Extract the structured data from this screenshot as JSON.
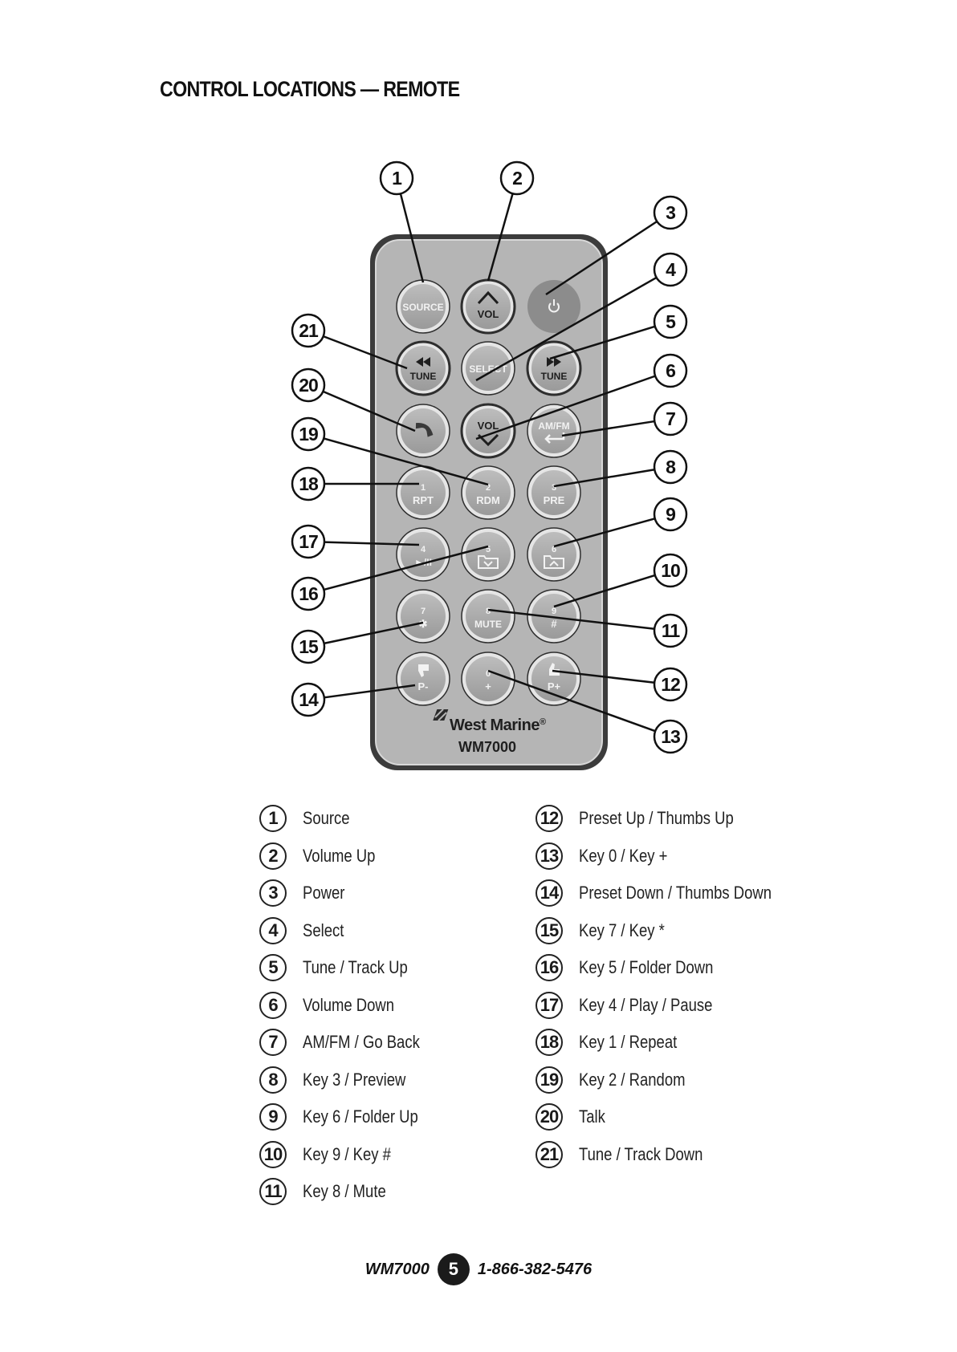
{
  "page": {
    "title": "CONTROL LOCATIONS — REMOTE"
  },
  "remote": {
    "brand": "West Marine",
    "brand_mark": "®",
    "model": "WM7000",
    "buttons": [
      {
        "id": "source",
        "callout": "1",
        "top": "SOURCE",
        "bottom": "",
        "icon": ""
      },
      {
        "id": "vol-up",
        "callout": "2",
        "top": "",
        "bottom": "VOL",
        "icon": "chevron-up-icon"
      },
      {
        "id": "power",
        "callout": "3",
        "top": "",
        "bottom": "",
        "icon": "power-icon"
      },
      {
        "id": "tune-down",
        "callout": "21",
        "top": "",
        "bottom": "TUNE",
        "icon": "rewind-icon"
      },
      {
        "id": "select",
        "callout": "4",
        "top": "SELECT",
        "bottom": "",
        "icon": ""
      },
      {
        "id": "tune-up",
        "callout": "5",
        "top": "",
        "bottom": "TUNE",
        "icon": "fast-forward-icon"
      },
      {
        "id": "talk",
        "callout": "20",
        "top": "",
        "bottom": "",
        "icon": "phone-icon"
      },
      {
        "id": "vol-down",
        "callout": "6",
        "top": "VOL",
        "bottom": "",
        "icon": "chevron-down-icon"
      },
      {
        "id": "amfm",
        "callout": "7",
        "top": "AM/FM",
        "bottom": "",
        "icon": "back-arrow-icon"
      },
      {
        "id": "key1",
        "callout": "18",
        "top": "1",
        "bottom": "RPT",
        "icon": ""
      },
      {
        "id": "key2",
        "callout": "19",
        "top": "2",
        "bottom": "RDM",
        "icon": ""
      },
      {
        "id": "key3",
        "callout": "8",
        "top": "3",
        "bottom": "PRE",
        "icon": ""
      },
      {
        "id": "key4",
        "callout": "17",
        "top": "4",
        "bottom": "►/II",
        "icon": ""
      },
      {
        "id": "key5",
        "callout": "16",
        "top": "5",
        "bottom": "",
        "icon": "folder-down-icon"
      },
      {
        "id": "key6",
        "callout": "9",
        "top": "6",
        "bottom": "",
        "icon": "folder-up-icon"
      },
      {
        "id": "key7",
        "callout": "15",
        "top": "7",
        "bottom": "✱",
        "icon": ""
      },
      {
        "id": "key8",
        "callout": "11",
        "top": "8",
        "bottom": "MUTE",
        "icon": ""
      },
      {
        "id": "key9",
        "callout": "10",
        "top": "9",
        "bottom": "#",
        "icon": ""
      },
      {
        "id": "preset-down",
        "callout": "14",
        "top": "",
        "bottom": "P-",
        "icon": "thumbs-down-icon"
      },
      {
        "id": "key0",
        "callout": "13",
        "top": "0",
        "bottom": "+",
        "icon": ""
      },
      {
        "id": "preset-up",
        "callout": "12",
        "top": "",
        "bottom": "P+",
        "icon": "thumbs-up-icon"
      }
    ]
  },
  "callouts": [
    "1",
    "2",
    "3",
    "4",
    "5",
    "6",
    "7",
    "8",
    "9",
    "10",
    "11",
    "12",
    "13",
    "14",
    "15",
    "16",
    "17",
    "18",
    "19",
    "20",
    "21"
  ],
  "legend": [
    {
      "number": "1",
      "label": "Source"
    },
    {
      "number": "2",
      "label": "Volume Up"
    },
    {
      "number": "3",
      "label": "Power"
    },
    {
      "number": "4",
      "label": "Select"
    },
    {
      "number": "5",
      "label": "Tune / Track Up"
    },
    {
      "number": "6",
      "label": "Volume Down"
    },
    {
      "number": "7",
      "label": "AM/FM / Go Back"
    },
    {
      "number": "8",
      "label": "Key 3 / Preview"
    },
    {
      "number": "9",
      "label": "Key 6 / Folder Up"
    },
    {
      "number": "10",
      "label": "Key 9 / Key #"
    },
    {
      "number": "11",
      "label": "Key 8 / Mute"
    },
    {
      "number": "12",
      "label": "Preset Up / Thumbs Up"
    },
    {
      "number": "13",
      "label": "Key 0 / Key +"
    },
    {
      "number": "14",
      "label": "Preset Down / Thumbs Down"
    },
    {
      "number": "15",
      "label": "Key 7 / Key *"
    },
    {
      "number": "16",
      "label": "Key 5 / Folder Down"
    },
    {
      "number": "17",
      "label": "Key 4 / Play / Pause"
    },
    {
      "number": "18",
      "label": "Key 1 / Repeat"
    },
    {
      "number": "19",
      "label": "Key 2 / Random"
    },
    {
      "number": "20",
      "label": "Talk"
    },
    {
      "number": "21",
      "label": "Tune / Track Down"
    }
  ],
  "footer": {
    "model": "WM7000",
    "page_number": "5",
    "phone": "1-866-382-5476"
  },
  "colors": {
    "remote_body": "#b3b3b3",
    "remote_border": "#3a3a3a",
    "button_face": "#a8a8a8",
    "button_ring": "#e6e6e6",
    "power_button": "#8a8a8a",
    "ink": "#1a1a1a"
  }
}
